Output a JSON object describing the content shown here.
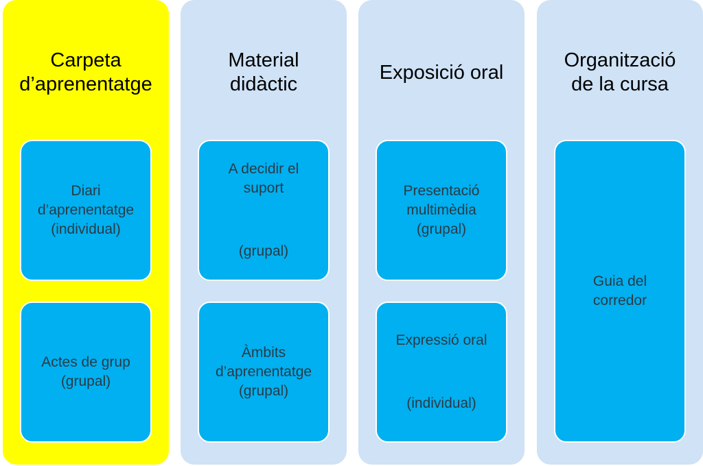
{
  "columns": [
    {
      "title": "Carpeta\nd’aprenentatge",
      "boxes": [
        "Diari\nd’aprenentatge\n(individual)",
        "Actes de grup\n(grupal)"
      ]
    },
    {
      "title": "Material\ndidàctic",
      "boxes": [
        "A decidir el\nsuport",
        "(grupal)",
        "Àmbits\nd’aprenentatge\n(grupal)"
      ]
    },
    {
      "title": "Exposició oral",
      "boxes": [
        "Presentació\nmultimèdia\n(grupal)",
        "Expressió oral",
        "(individual)"
      ]
    },
    {
      "title": "Organització\nde la cursa",
      "boxes": [
        "Guia del\ncorredor"
      ]
    }
  ],
  "colors": {
    "highlight_column": "#ffff00",
    "column_background": "#cfe2f6",
    "box_fill": "#00b0f0",
    "box_text": "#2b3a45"
  }
}
